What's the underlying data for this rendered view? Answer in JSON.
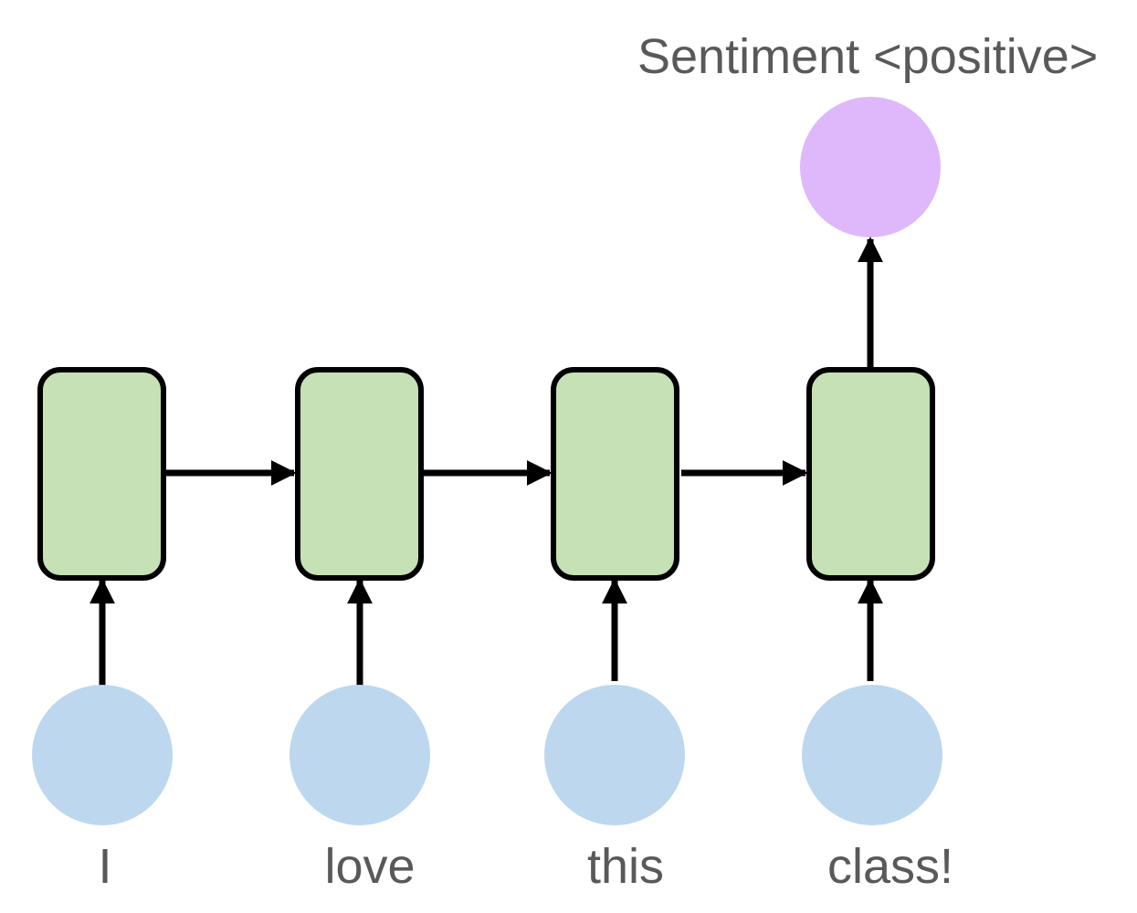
{
  "diagram": {
    "output": {
      "label": "Sentiment <positive>",
      "color": "#dfb8fb"
    },
    "cells": {
      "fill": "#c5e1b5",
      "stroke": "#000000",
      "count": 4
    },
    "inputs": {
      "color": "#bdd7ee",
      "words": [
        "I",
        "love",
        "this",
        "class!"
      ]
    },
    "text_color": "#595959"
  }
}
